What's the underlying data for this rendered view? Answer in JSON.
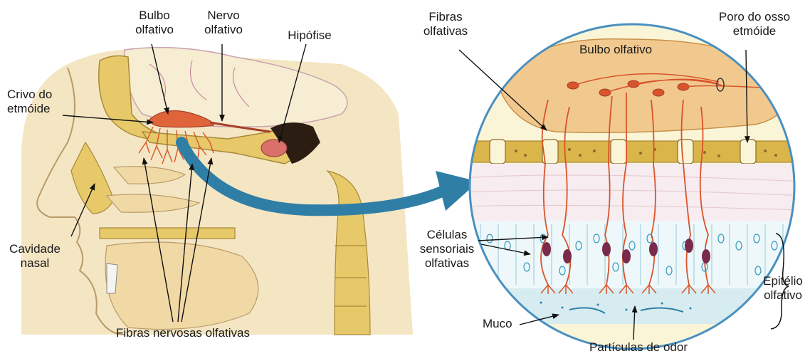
{
  "labels": {
    "bulbo_olfativo": "Bulbo\nolfativo",
    "nervo_olfativo": "Nervo\nolfativo",
    "hipofise": "Hipófise",
    "crivo_etmoide": "Crivo do\netmóide",
    "cavidade_nasal": "Cavidade\nnasal",
    "fibras_nervosas": "Fibras nervosas olfativas",
    "fibras_olfativas": "Fibras\nolfativas",
    "bulbo_olfativo_zoom": "Bulbo olfativo",
    "poro_osso": "Poro do osso\netmóide",
    "celulas_sensoriais": "Células\nsensoriais\nolfativas",
    "epitelio": "Epitélio\nolfativo",
    "muco": "Muco",
    "particulas": "Partículas de odor"
  },
  "colors": {
    "skin": "#f4e6c2",
    "bone": "#e7c96a",
    "nerve": "#d9542a",
    "brain": "#f6edd2",
    "bulb": "#f1c98f",
    "bone_band": "#d9b54a",
    "mucus": "#d7ecf0",
    "arrow": "#2f7ea6",
    "circle": "#4a90c0",
    "cells": "#a9d4de"
  }
}
